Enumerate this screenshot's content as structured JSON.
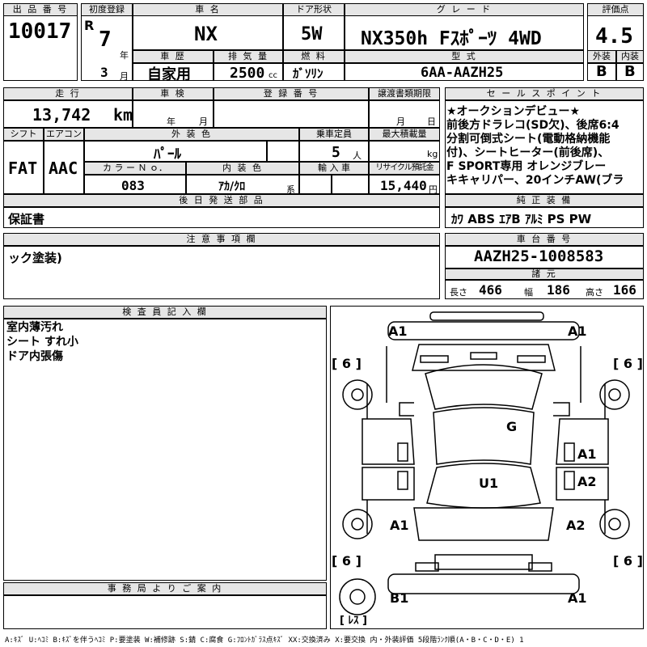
{
  "lot": {
    "label": "出 品 番 号",
    "value": "10017"
  },
  "first_reg": {
    "label": "初度登録",
    "era": "R",
    "year": "7",
    "year_unit": "年",
    "month": "3",
    "month_unit": "月"
  },
  "car_name": {
    "label": "車 名",
    "value": "NX"
  },
  "door": {
    "label": "ドア形状",
    "value": "5W"
  },
  "grade": {
    "label": "グ レ ー ド",
    "value": "NX350h Fｽﾎﾟｰﾂ 4WD"
  },
  "score": {
    "label": "評価点",
    "value": "4.5",
    "ext_label": "外装",
    "int_label": "内装",
    "ext_value": "B",
    "int_value": "B"
  },
  "history": {
    "label": "車 歴",
    "value": "自家用"
  },
  "displacement": {
    "label": "排 気 量",
    "value": "2500",
    "unit": "cc"
  },
  "fuel": {
    "label": "燃 料",
    "value": "ｶﾞｿﾘﾝ"
  },
  "model_code": {
    "label": "型 式",
    "value": "6AA-AAZH25"
  },
  "mileage": {
    "label": "走 行",
    "value": "13,742",
    "unit": "km"
  },
  "inspection": {
    "label": "車 検",
    "year_unit": "年",
    "month_unit": "月"
  },
  "plate": {
    "label": "登 録 番 号"
  },
  "transfer": {
    "label": "譲渡書類期限",
    "month_unit": "月",
    "day_unit": "日"
  },
  "shift": {
    "label": "シフト",
    "value": "FAT"
  },
  "aircon": {
    "label": "エアコン",
    "value": "AAC"
  },
  "exterior_color": {
    "label": "外 装 色",
    "value": "ﾊﾟｰﾙ"
  },
  "capacity": {
    "label": "乗車定員",
    "value": "5",
    "unit": "人"
  },
  "max_load": {
    "label": "最大積載量",
    "unit": "kg"
  },
  "color_no": {
    "label": "カ ラ ー Ｎ ｏ．",
    "value": "083"
  },
  "interior_color": {
    "label": "内 装 色",
    "value": "ｱｶ/ｸﾛ",
    "unit": "系"
  },
  "import": {
    "label": "輸 入 車"
  },
  "recycle": {
    "label": "リサイクル預託金",
    "value": "15,440",
    "unit": "円"
  },
  "sales_points": {
    "label": "セ ー ル ス ポ イ ン ト",
    "lines": [
      "★オークションデビュー★",
      "前後方ドラレコ(SD欠)、後席6:4",
      "分割可倒式シート(電動格納機能",
      "付)、シートヒーター(前後席)、",
      "F SPORT専用 オレンジブレー",
      "キキャリパー、20インチAW(ブラ"
    ]
  },
  "later_parts": {
    "label": "後 日 発 送 部 品",
    "value": "保証書"
  },
  "equipment": {
    "label": "純 正 装 備",
    "value": "ｶﾜ ABS ｴｱB ｱﾙﾐ PS PW"
  },
  "notes": {
    "label": "注 意 事 項 欄",
    "value": "ック塗装)"
  },
  "chassis": {
    "label": "車 台 番 号",
    "value": "AAZH25-1008583"
  },
  "dims": {
    "label": "諸 元",
    "length_label": "長さ",
    "length": "466",
    "width_label": "幅",
    "width": "186",
    "height_label": "高さ",
    "height": "166"
  },
  "inspector": {
    "label": "検 査 員 記 入 欄",
    "lines": [
      "室内薄汚れ",
      "シート すれ小",
      "ドア内張傷"
    ]
  },
  "office": {
    "label": "事 務 局 よ り ご 案 内"
  },
  "diagram": {
    "tl": "A1",
    "tr": "A1",
    "t6l": "[ 6 ]",
    "t6r": "[ 6 ]",
    "g": "G",
    "u1": "U1",
    "r1": "A1",
    "r2": "A2",
    "l1": "A1",
    "r3": "A2",
    "b6l": "[ 6 ]",
    "b6r": "[ 6 ]",
    "bl": "B1",
    "br": "A1",
    "res": "[ ﾚｽ ]"
  },
  "legend": "A:ｷｽﾞ U:ﾍｺﾐ B:ｷｽﾞを伴うﾍｺﾐ P:要塗装 W:補修跡 S:錆 C:腐食 G:ﾌﾛﾝﾄｶﾞﾗｽ点ｷｽﾞ XX:交換済み X:要交換  内・外装評価  5段階ﾗﾝｸ順(A・B・C・D・E) 1"
}
